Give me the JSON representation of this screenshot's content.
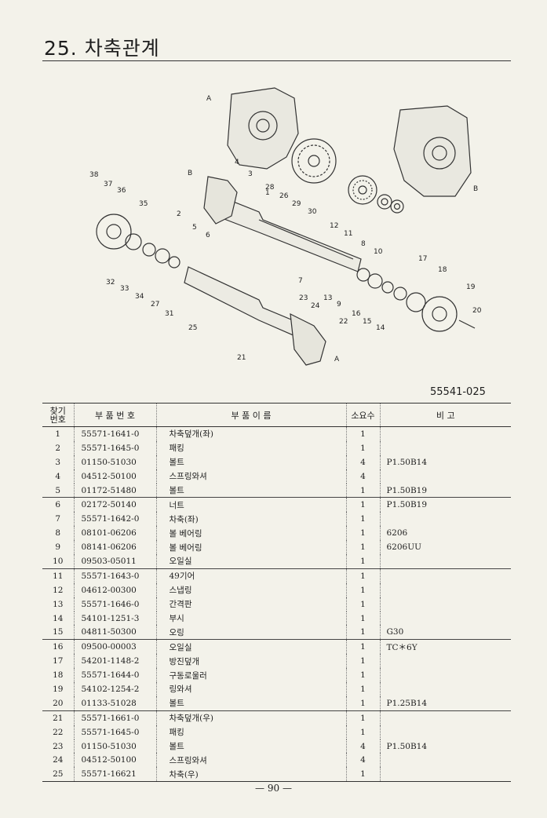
{
  "page": {
    "title": "25. 차축관계",
    "catalog_number": "55541-025",
    "page_number": "— 90 —"
  },
  "diagram": {
    "callouts": [
      "1",
      "2",
      "3",
      "4",
      "5",
      "6",
      "7",
      "8",
      "9",
      "10",
      "11",
      "12",
      "13",
      "14",
      "15",
      "16",
      "17",
      "18",
      "19",
      "20",
      "21",
      "22",
      "23",
      "24",
      "25",
      "26",
      "27",
      "28",
      "29",
      "30",
      "31",
      "32",
      "33",
      "34",
      "35",
      "36",
      "37",
      "38"
    ],
    "view_labels": [
      "A",
      "B"
    ]
  },
  "table": {
    "headers": {
      "no_line1": "찾기",
      "no_line2": "번호",
      "part_number": "부 품 번 호",
      "part_name": "부 품 이 름",
      "qty": "소요수",
      "remark": "비 고"
    },
    "rows": [
      {
        "no": "1",
        "pn": "55571-1641-0",
        "name": "차축덮개(좌)",
        "qty": "1",
        "remark": ""
      },
      {
        "no": "2",
        "pn": "55571-1645-0",
        "name": "패킹",
        "qty": "1",
        "remark": ""
      },
      {
        "no": "3",
        "pn": "01150-51030",
        "name": "볼트",
        "qty": "4",
        "remark": "P1.50B14"
      },
      {
        "no": "4",
        "pn": "04512-50100",
        "name": "스프링와셔",
        "qty": "4",
        "remark": ""
      },
      {
        "no": "5",
        "pn": "01172-51480",
        "name": "볼트",
        "qty": "1",
        "remark": "P1.50B19"
      },
      {
        "no": "6",
        "pn": "02172-50140",
        "name": "너트",
        "qty": "1",
        "remark": "P1.50B19"
      },
      {
        "no": "7",
        "pn": "55571-1642-0",
        "name": "차축(좌)",
        "qty": "1",
        "remark": ""
      },
      {
        "no": "8",
        "pn": "08101-06206",
        "name": "볼 베어링",
        "qty": "1",
        "remark": "6206"
      },
      {
        "no": "9",
        "pn": "08141-06206",
        "name": "볼 베어링",
        "qty": "1",
        "remark": "6206UU"
      },
      {
        "no": "10",
        "pn": "09503-05011",
        "name": "오일실",
        "qty": "1",
        "remark": ""
      },
      {
        "no": "11",
        "pn": "55571-1643-0",
        "name": "49기어",
        "qty": "1",
        "remark": ""
      },
      {
        "no": "12",
        "pn": "04612-00300",
        "name": "스냅링",
        "qty": "1",
        "remark": ""
      },
      {
        "no": "13",
        "pn": "55571-1646-0",
        "name": "간격판",
        "qty": "1",
        "remark": ""
      },
      {
        "no": "14",
        "pn": "54101-1251-3",
        "name": "부시",
        "qty": "1",
        "remark": ""
      },
      {
        "no": "15",
        "pn": "04811-50300",
        "name": "오링",
        "qty": "1",
        "remark": "G30"
      },
      {
        "no": "16",
        "pn": "09500-00003",
        "name": "오일실",
        "qty": "1",
        "remark": "TC＊6Y"
      },
      {
        "no": "17",
        "pn": "54201-1148-2",
        "name": "방진덮개",
        "qty": "1",
        "remark": ""
      },
      {
        "no": "18",
        "pn": "55571-1644-0",
        "name": "구동로울러",
        "qty": "1",
        "remark": ""
      },
      {
        "no": "19",
        "pn": "54102-1254-2",
        "name": "링와셔",
        "qty": "1",
        "remark": ""
      },
      {
        "no": "20",
        "pn": "01133-51028",
        "name": "볼트",
        "qty": "1",
        "remark": "P1.25B14"
      },
      {
        "no": "21",
        "pn": "55571-1661-0",
        "name": "차축덮개(우)",
        "qty": "1",
        "remark": ""
      },
      {
        "no": "22",
        "pn": "55571-1645-0",
        "name": "패킹",
        "qty": "1",
        "remark": ""
      },
      {
        "no": "23",
        "pn": "01150-51030",
        "name": "볼트",
        "qty": "4",
        "remark": "P1.50B14"
      },
      {
        "no": "24",
        "pn": "04512-50100",
        "name": "스프링와셔",
        "qty": "4",
        "remark": ""
      },
      {
        "no": "25",
        "pn": "55571-16621",
        "name": "차축(우)",
        "qty": "1",
        "remark": ""
      }
    ]
  }
}
